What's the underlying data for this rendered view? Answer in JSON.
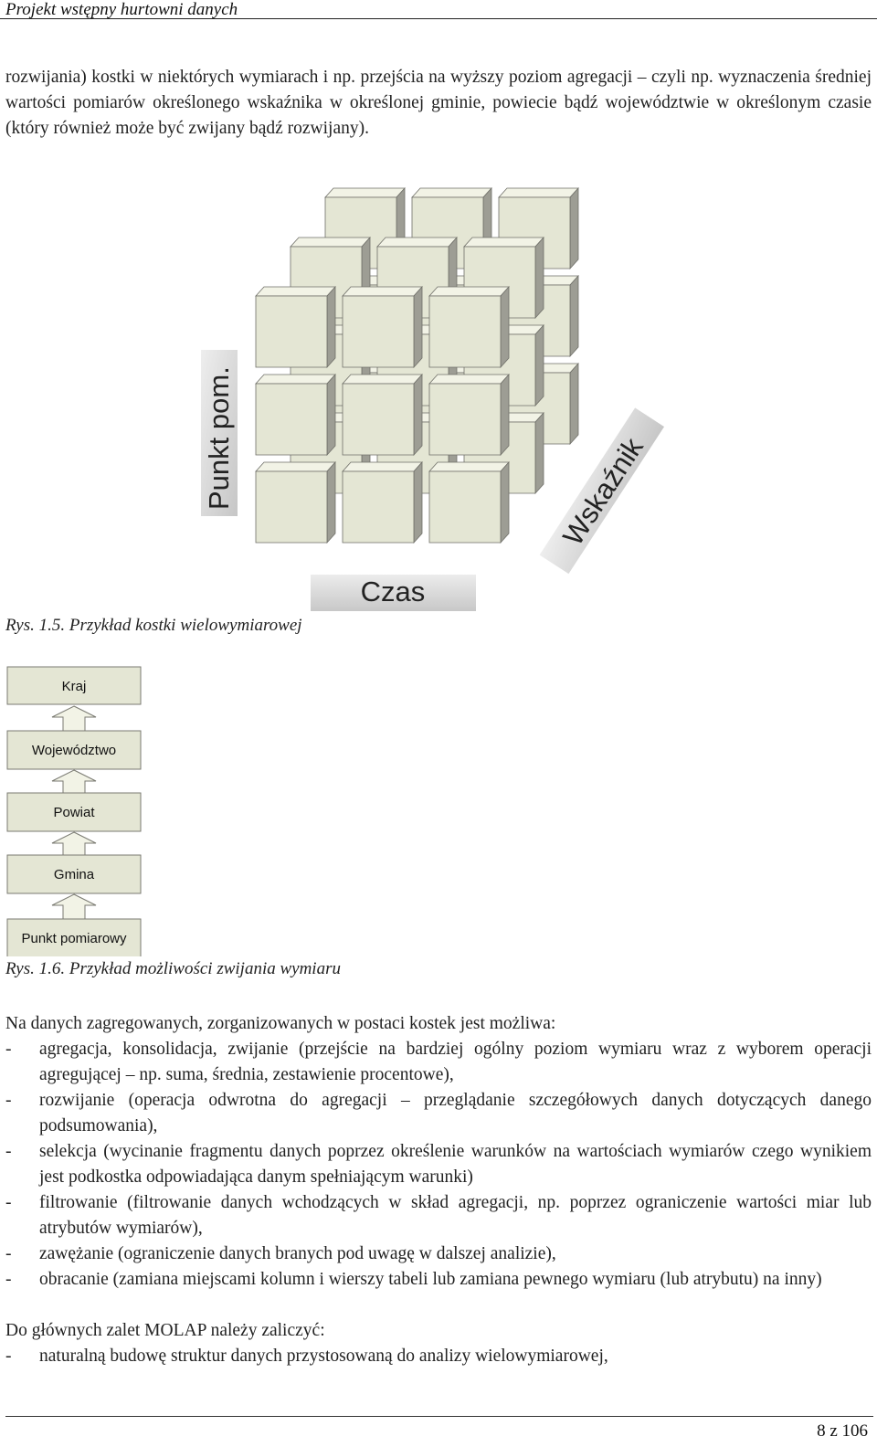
{
  "header": {
    "title": "Projekt wstępny hurtowni danych"
  },
  "intro_paragraph": "rozwijania) kostki w niektórych wymiarach i np. przejścia na wyższy poziom agregacji – czyli np. wyznaczenia średniej wartości pomiarów określonego wskaźnika w określonej gminie, powiecie bądź województwie w określonym czasie (który również może być zwijany bądź rozwijany).",
  "cube_figure": {
    "label_punkt": "Punkt pom.",
    "label_wskaznik": "Wskaźnik",
    "label_czas": "Czas",
    "caption": "Rys. 1.5. Przykład kostki wielowymiarowej"
  },
  "hierarchy_figure": {
    "levels": [
      "Kraj",
      "Województwo",
      "Powiat",
      "Gmina",
      "Punkt pomiarowy"
    ],
    "caption": "Rys. 1.6. Przykład możliwości zwijania wymiaru"
  },
  "operations_intro": "Na danych zagregowanych, zorganizowanych w postaci kostek jest możliwa:",
  "operations": [
    "agregacja, konsolidacja, zwijanie (przejście na bardziej ogólny poziom wymiaru wraz z wyborem operacji agregującej – np. suma, średnia, zestawienie procentowe),",
    "rozwijanie (operacja odwrotna do agregacji – przeglądanie szczegółowych danych dotyczących danego podsumowania),",
    "selekcja (wycinanie fragmentu danych poprzez określenie warunków na wartościach wymiarów czego wynikiem jest podkostka odpowiadająca danym spełniającym warunki)",
    "filtrowanie (filtrowanie danych wchodzących w skład agregacji, np. poprzez ograniczenie wartości miar lub atrybutów wymiarów),",
    "zawężanie (ograniczenie danych branych pod uwagę w dalszej analizie),",
    "obracanie (zamiana miejscami kolumn i wierszy tabeli lub zamiana pewnego wymiaru (lub atrybutu) na inny)"
  ],
  "molap_intro": "Do głównych zalet MOLAP należy zaliczyć:",
  "molap_advantages": [
    "naturalną budowę struktur danych przystosowaną do analizy wielowymiarowej,"
  ],
  "footer": {
    "page": "8 z 106"
  },
  "colors": {
    "cube_front": "#e4e6d4",
    "cube_top": "#f2f3e6",
    "cube_side": "#9d9d94",
    "label_bg": "#d4d4d4"
  }
}
